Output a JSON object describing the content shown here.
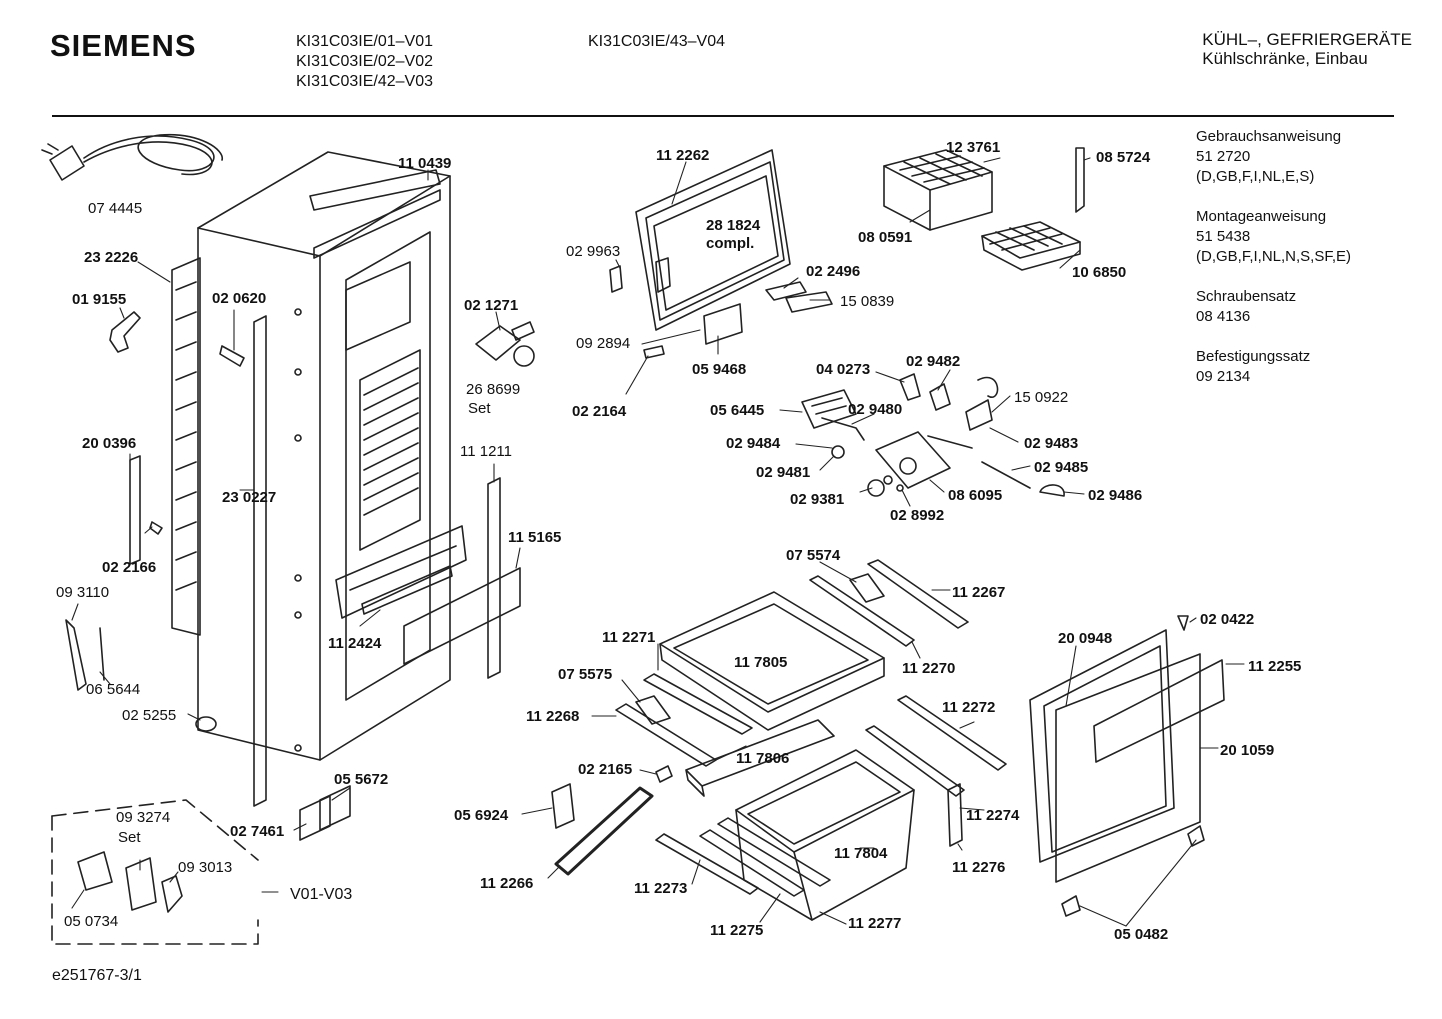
{
  "header": {
    "brand": "SIEMENS",
    "models_col1": [
      "KI31C03IE/01–V01",
      "KI31C03IE/02–V02",
      "KI31C03IE/42–V03"
    ],
    "models_col2": [
      "KI31C03IE/43–V04"
    ],
    "category": "KÜHL–, GEFRIERGERÄTE",
    "subcategory": "Kühlschränke, Einbau"
  },
  "documents": [
    {
      "name": "Gebrauchsanweisung",
      "number": "51 2720",
      "languages": "(D,GB,F,I,NL,E,S)"
    },
    {
      "name": "Montageanweisung",
      "number": "51 5438",
      "languages": "(D,GB,F,I,NL,N,S,SF,E)"
    },
    {
      "name": "Schraubensatz",
      "number": "08 4136",
      "languages": ""
    },
    {
      "name": "Befestigungssatz",
      "number": "09 2134",
      "languages": ""
    }
  ],
  "parts": [
    {
      "label": "07 4445",
      "bold": false
    },
    {
      "label": "23 2226",
      "bold": true
    },
    {
      "label": "01 9155",
      "bold": true
    },
    {
      "label": "20 0396",
      "bold": true
    },
    {
      "label": "02 2166",
      "bold": true
    },
    {
      "label": "09 3110",
      "bold": false
    },
    {
      "label": "06 5644",
      "bold": false
    },
    {
      "label": "02 5255",
      "bold": false
    },
    {
      "label": "11 0439",
      "bold": true
    },
    {
      "label": "02 0620",
      "bold": true
    },
    {
      "label": "23 0227",
      "bold": true
    },
    {
      "label": "02 1271",
      "bold": true
    },
    {
      "label": "26 8699",
      "bold": false
    },
    {
      "label": "Set",
      "bold": false
    },
    {
      "label": "11 1211",
      "bold": false
    },
    {
      "label": "11 5165",
      "bold": true
    },
    {
      "label": "11 2424",
      "bold": true
    },
    {
      "label": "05 5672",
      "bold": true
    },
    {
      "label": "02 7461",
      "bold": true
    },
    {
      "label": "11 2262",
      "bold": true
    },
    {
      "label": "28 1824",
      "bold": true
    },
    {
      "label": "compl.",
      "bold": true
    },
    {
      "label": "02 9963",
      "bold": false
    },
    {
      "label": "02 2496",
      "bold": true
    },
    {
      "label": "15 0839",
      "bold": false
    },
    {
      "label": "09 2894",
      "bold": false
    },
    {
      "label": "05 9468",
      "bold": true
    },
    {
      "label": "02 2164",
      "bold": true
    },
    {
      "label": "12 3761",
      "bold": true
    },
    {
      "label": "08 0591",
      "bold": true
    },
    {
      "label": "08 5724",
      "bold": true
    },
    {
      "label": "10 6850",
      "bold": true
    },
    {
      "label": "04 0273",
      "bold": true
    },
    {
      "label": "02 9482",
      "bold": true
    },
    {
      "label": "15 0922",
      "bold": false
    },
    {
      "label": "05 6445",
      "bold": true
    },
    {
      "label": "02 9480",
      "bold": true
    },
    {
      "label": "02 9484",
      "bold": true
    },
    {
      "label": "02 9483",
      "bold": true
    },
    {
      "label": "02 9481",
      "bold": true
    },
    {
      "label": "02 9485",
      "bold": true
    },
    {
      "label": "02 9381",
      "bold": true
    },
    {
      "label": "08 6095",
      "bold": true
    },
    {
      "label": "02 9486",
      "bold": true
    },
    {
      "label": "02 8992",
      "bold": true
    },
    {
      "label": "07 5574",
      "bold": true
    },
    {
      "label": "11 2267",
      "bold": true
    },
    {
      "label": "11 2271",
      "bold": true
    },
    {
      "label": "11 7805",
      "bold": true
    },
    {
      "label": "11 2270",
      "bold": true
    },
    {
      "label": "07 5575",
      "bold": true
    },
    {
      "label": "11 2268",
      "bold": true
    },
    {
      "label": "11 7806",
      "bold": true
    },
    {
      "label": "02 2165",
      "bold": true
    },
    {
      "label": "05 6924",
      "bold": true
    },
    {
      "label": "11 2266",
      "bold": true
    },
    {
      "label": "11 2273",
      "bold": true
    },
    {
      "label": "11 2275",
      "bold": true
    },
    {
      "label": "11 7804",
      "bold": true
    },
    {
      "label": "11 2277",
      "bold": true
    },
    {
      "label": "11 2272",
      "bold": true
    },
    {
      "label": "11 2274",
      "bold": true
    },
    {
      "label": "11 2276",
      "bold": true
    },
    {
      "label": "02 0422",
      "bold": true
    },
    {
      "label": "20 0948",
      "bold": true
    },
    {
      "label": "11 2255",
      "bold": true
    },
    {
      "label": "20 1059",
      "bold": true
    },
    {
      "label": "05 0482",
      "bold": true
    },
    {
      "label": "09 3274",
      "bold": false
    },
    {
      "label": "Set",
      "bold": false
    },
    {
      "label": "09 3013",
      "bold": false
    },
    {
      "label": "05 0734",
      "bold": false
    },
    {
      "label": "V01-V03",
      "bold": false
    }
  ],
  "footer": {
    "code": "e251767-3/1"
  }
}
